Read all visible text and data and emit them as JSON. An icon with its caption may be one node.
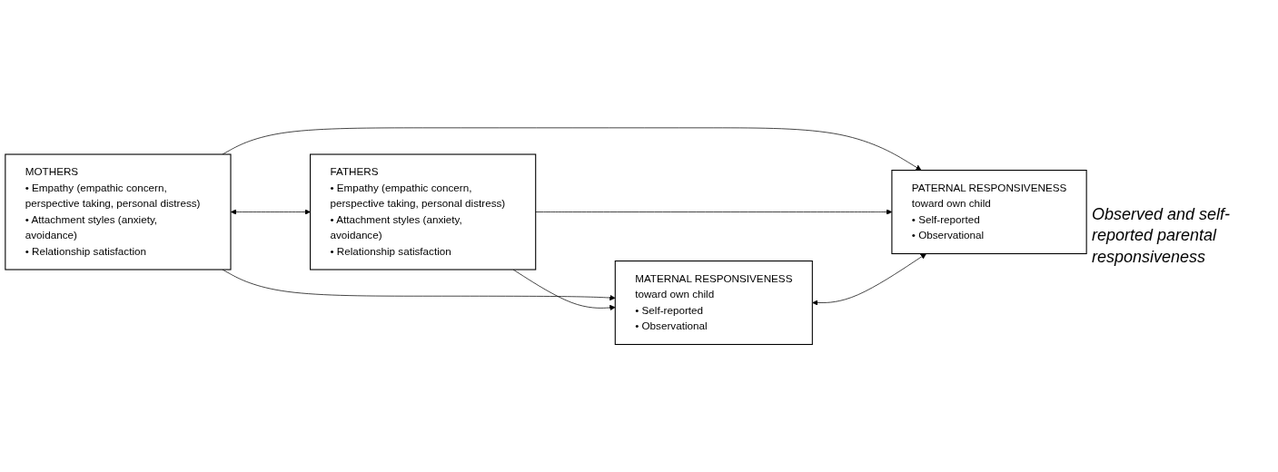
{
  "diagram": {
    "nodes": [
      {
        "text": [
          "MOTHERS",
          "• Empathy (empathic concern, perspective taking, personal distress)",
          "• Attachment styles (anxiety, avoidance)",
          "• Relationship satisfaction"
        ]
      },
      {
        "text": [
          "FATHERS",
          "• Empathy (empathic concern, perspective taking, personal distress)",
          "• Attachment styles (anxiety, avoidance)",
          "• Relationship satisfaction"
        ]
      },
      {
        "text": [
          "MATERNAL RESPONSIVENESS",
          "toward own child",
          "• Self-reported",
          "• Observational"
        ]
      },
      {
        "text": [
          "PATERNAL RESPONSIVENESS",
          "toward own child",
          "• Self-reported",
          "• Observational"
        ]
      }
    ],
    "edges": [
      {
        "from": 0,
        "to": 1,
        "arrow": "both"
      },
      {
        "from": 0,
        "to": 2,
        "arrow": "to"
      },
      {
        "from": 0,
        "to": 3,
        "arrow": "to"
      },
      {
        "from": 1,
        "to": 2,
        "arrow": "to"
      },
      {
        "from": 1,
        "to": 3,
        "arrow": "to"
      },
      {
        "from": 2,
        "to": 3,
        "arrow": "both"
      }
    ],
    "labels": [
      "Observed and self-reported parental responsiveness"
    ]
  }
}
